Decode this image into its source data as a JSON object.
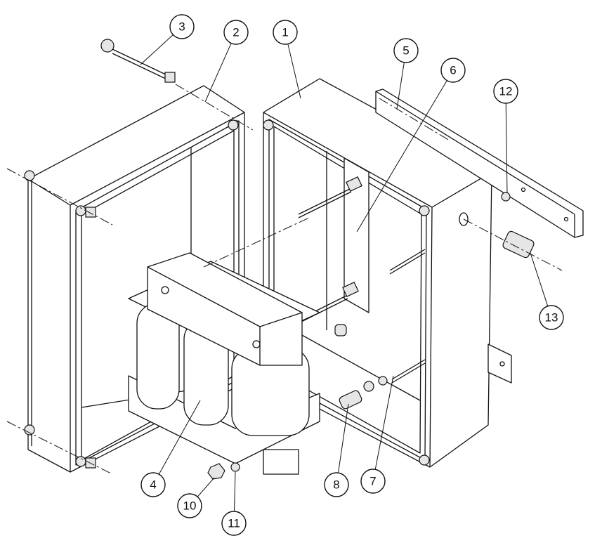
{
  "diagram": {
    "type": "exploded assembly drawing",
    "callouts": [
      "1",
      "2",
      "3",
      "4",
      "5",
      "6",
      "7",
      "8",
      "10",
      "11",
      "12",
      "13"
    ]
  }
}
